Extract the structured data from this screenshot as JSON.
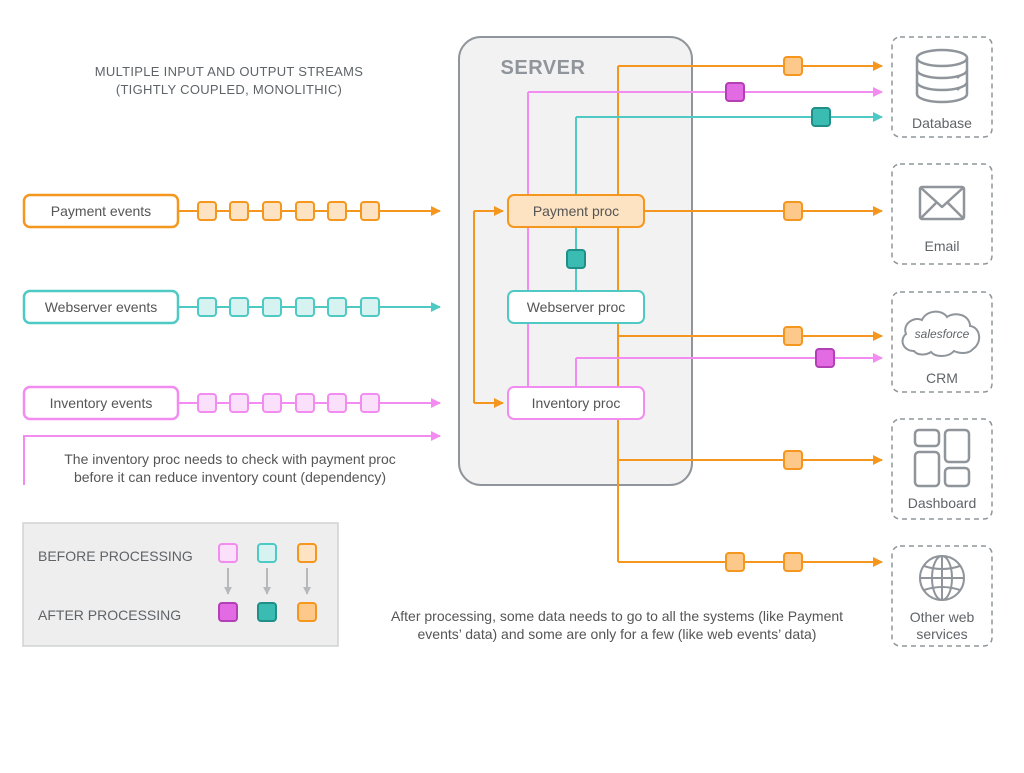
{
  "colors": {
    "orange": "#f5961e",
    "orange_fill": "#fcc98a",
    "orange_light": "#fde3c2",
    "teal": "#4fc9c4",
    "teal_fill": "#3bbcb3",
    "teal_light": "#d6f3f1",
    "pink": "#f28cf0",
    "pink_fill": "#e26be3",
    "pink_light": "#fbe0fb",
    "gray_stroke": "#8f959a",
    "gray_text": "#5f6468",
    "server_bg": "#f2f2f2",
    "legend_bg": "#eeeeee"
  },
  "header": {
    "line1": "MULTIPLE INPUT AND OUTPUT STREAMS",
    "line2": "(TIGHTLY COUPLED, MONOLITHIC)"
  },
  "server": {
    "title": "SERVER"
  },
  "inputs": [
    {
      "label": "Payment events",
      "color": "orange"
    },
    {
      "label": "Webserver events",
      "color": "teal"
    },
    {
      "label": "Inventory events",
      "color": "pink"
    }
  ],
  "procs": [
    {
      "label": "Payment proc",
      "color": "orange"
    },
    {
      "label": "Webserver proc",
      "color": "teal"
    },
    {
      "label": "Inventory proc",
      "color": "pink"
    }
  ],
  "dependency_note": {
    "line1": "The inventory proc needs to check with payment proc",
    "line2": "before it can reduce inventory count (dependency)"
  },
  "destinations": [
    {
      "label": "Database",
      "icon": "database-icon"
    },
    {
      "label": "Email",
      "icon": "envelope-icon"
    },
    {
      "label": "CRM",
      "icon": "salesforce-cloud-icon",
      "logo_text": "salesforce"
    },
    {
      "label": "Dashboard",
      "icon": "dashboard-icon"
    },
    {
      "label": "Other web services",
      "label_line1": "Other web",
      "label_line2": "services",
      "icon": "globe-icon"
    }
  ],
  "legend": {
    "before_label": "BEFORE PROCESSING",
    "after_label": "AFTER PROCESSING"
  },
  "output_note": {
    "line1": "After processing, some data needs to go to all the systems (like Payment",
    "line2": "events’ data) and some are only for a few (like web events’ data)"
  }
}
